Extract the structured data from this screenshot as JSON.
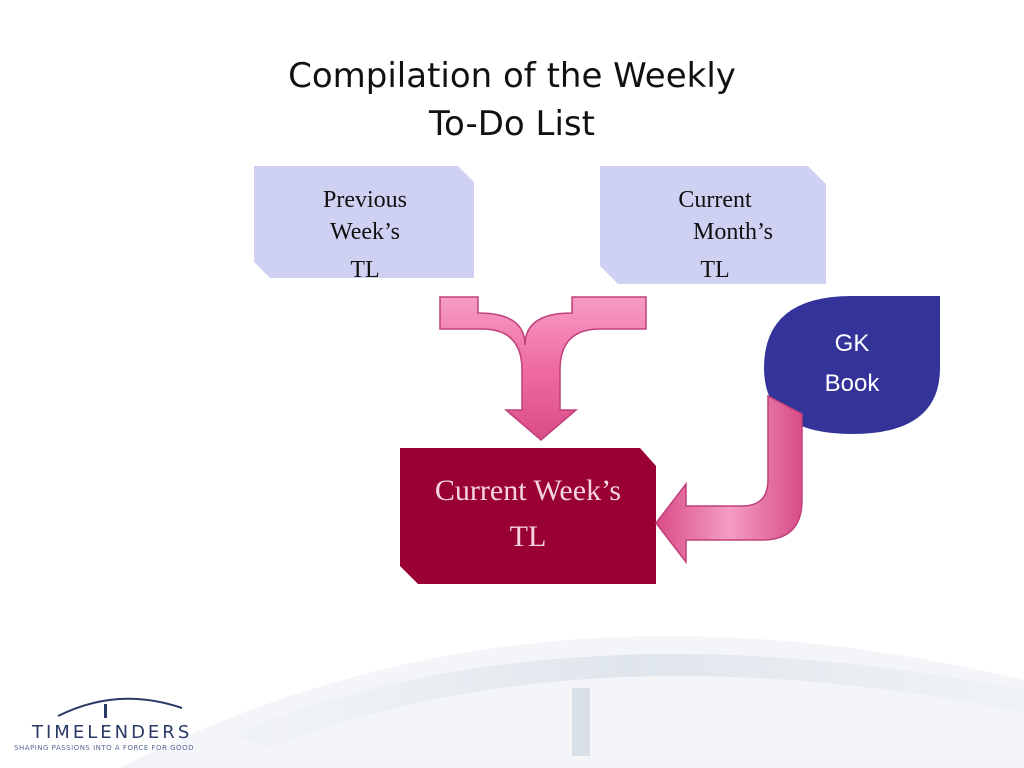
{
  "slide": {
    "title_line1": "Compilation of the Weekly",
    "title_line2": "To-Do List"
  },
  "boxes": {
    "previous_week": {
      "line1": "Previous",
      "line2": "Week’s",
      "line3": "TL"
    },
    "current_month": {
      "line1": "Current",
      "line2": "Month’s",
      "line3": "TL"
    },
    "gk_book": {
      "line1": "GK",
      "line2": "Book"
    },
    "current_week": {
      "line1": "Current Week’s",
      "line2": "TL"
    }
  },
  "logo": {
    "name": "TIMELENDERS",
    "tagline": "SHAPING PASSIONS INTO A FORCE FOR GOOD"
  },
  "colors": {
    "light_box": "#cfd1f2",
    "gk_box": "#33339a",
    "current_week_box": "#990033",
    "arrow": "#f06ba3"
  }
}
